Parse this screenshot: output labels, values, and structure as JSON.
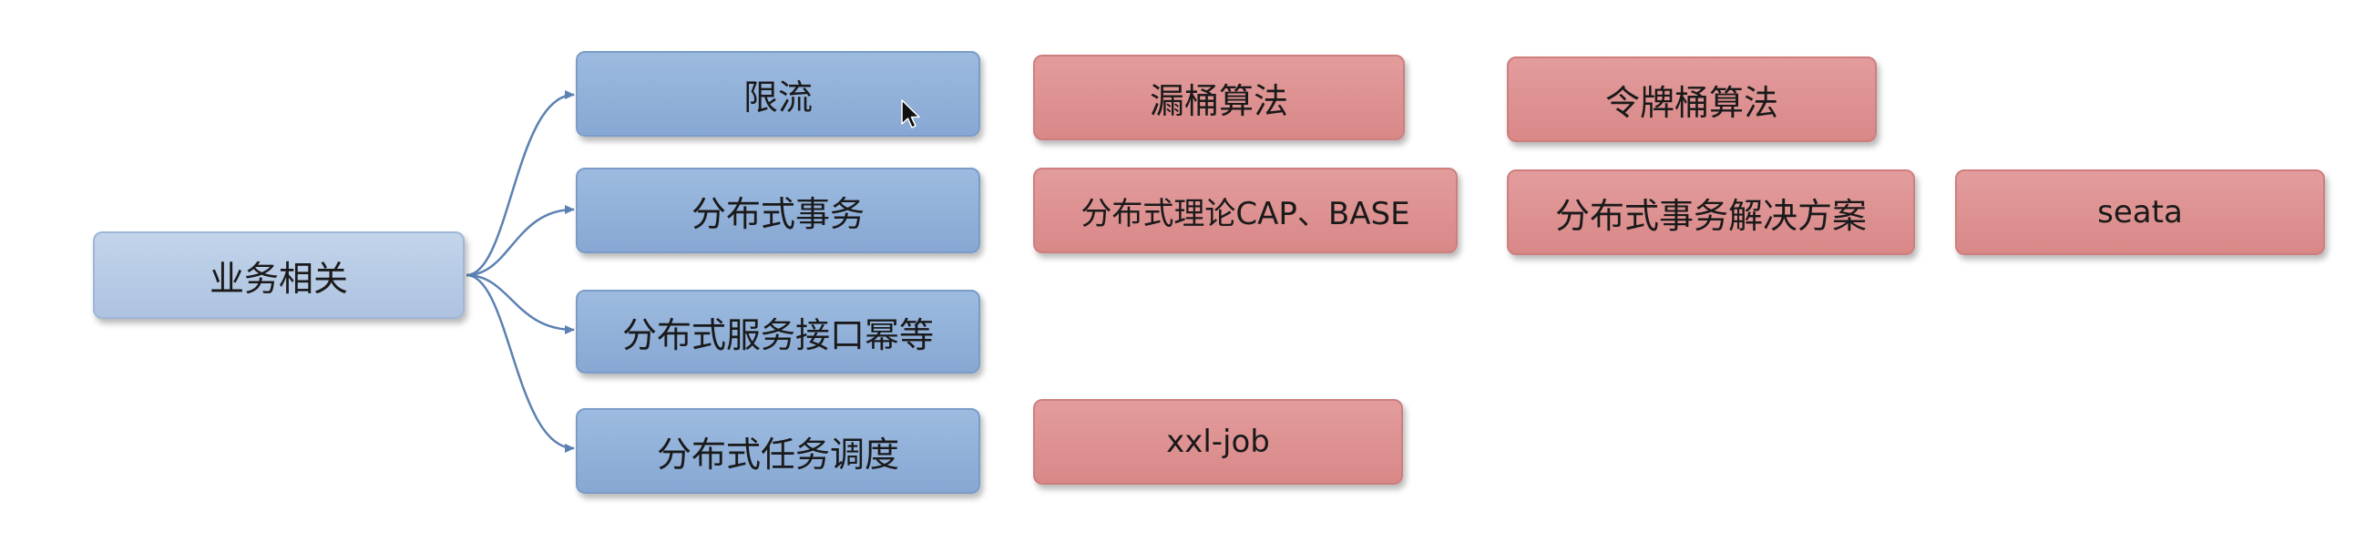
{
  "diagram": {
    "root": {
      "label": "业务相关"
    },
    "branches": [
      {
        "label": "限流",
        "children": [
          "漏桶算法",
          "令牌桶算法"
        ]
      },
      {
        "label": "分布式事务",
        "children": [
          "分布式理论CAP、BASE",
          "分布式事务解决方案",
          "seata"
        ]
      },
      {
        "label": "分布式服务接口幂等",
        "children": []
      },
      {
        "label": "分布式任务调度",
        "children": [
          "xxl-job"
        ]
      }
    ]
  },
  "colors": {
    "root_fill": "#b6cae5",
    "branch_fill": "#92b1d9",
    "leaf_fill": "#de9494",
    "connector": "#5b80b2"
  },
  "icons": {
    "cursor": "mouse-pointer-icon"
  }
}
